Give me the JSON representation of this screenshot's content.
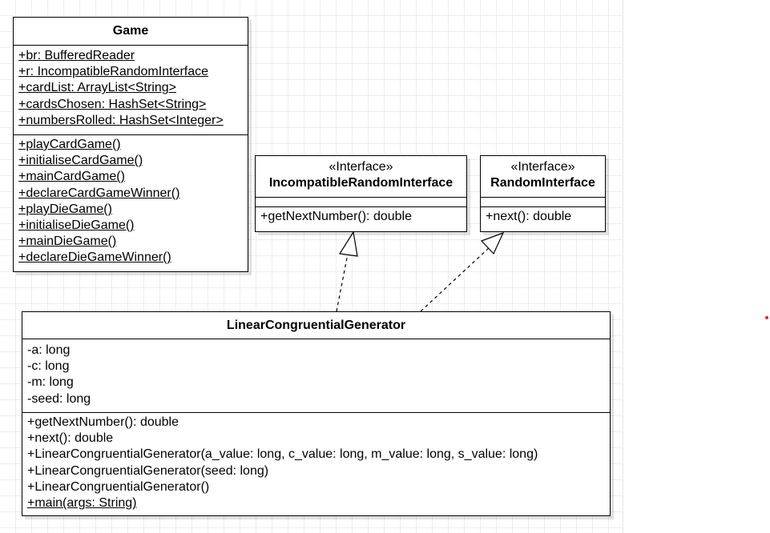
{
  "game": {
    "name": "Game",
    "attributes": [
      "+br: BufferedReader",
      "+r: IncompatibleRandomInterface",
      "+cardList: ArrayList<String>",
      "+cardsChosen: HashSet<String>",
      "+numbersRolled: HashSet<Integer>"
    ],
    "methods": [
      "+playCardGame()",
      "+initialiseCardGame()",
      "+mainCardGame()",
      "+declareCardGameWinner()",
      "+playDieGame()",
      "+initialiseDieGame()",
      "+mainDieGame()",
      "+declareDieGameWinner()"
    ]
  },
  "incompatible_interface": {
    "stereotype": "«Interface»",
    "name": "IncompatibleRandomInterface",
    "methods": [
      "+getNextNumber(): double"
    ]
  },
  "random_interface": {
    "stereotype": "«Interface»",
    "name": "RandomInterface",
    "methods": [
      "+next(): double"
    ]
  },
  "lcg": {
    "name": "LinearCongruentialGenerator",
    "attributes": [
      "-a: long",
      "-c: long",
      "-m: long",
      "-seed: long"
    ],
    "methods": [
      "+getNextNumber(): double",
      "+next(): double",
      "+LinearCongruentialGenerator(a_value: long, c_value: long, m_value: long, s_value: long)",
      "+LinearCongruentialGenerator(seed: long)",
      "+LinearCongruentialGenerator()",
      "+main(args: String)"
    ]
  },
  "colors": {
    "line": "#000000",
    "grid": "#ededed",
    "marker": "#e0242c"
  }
}
